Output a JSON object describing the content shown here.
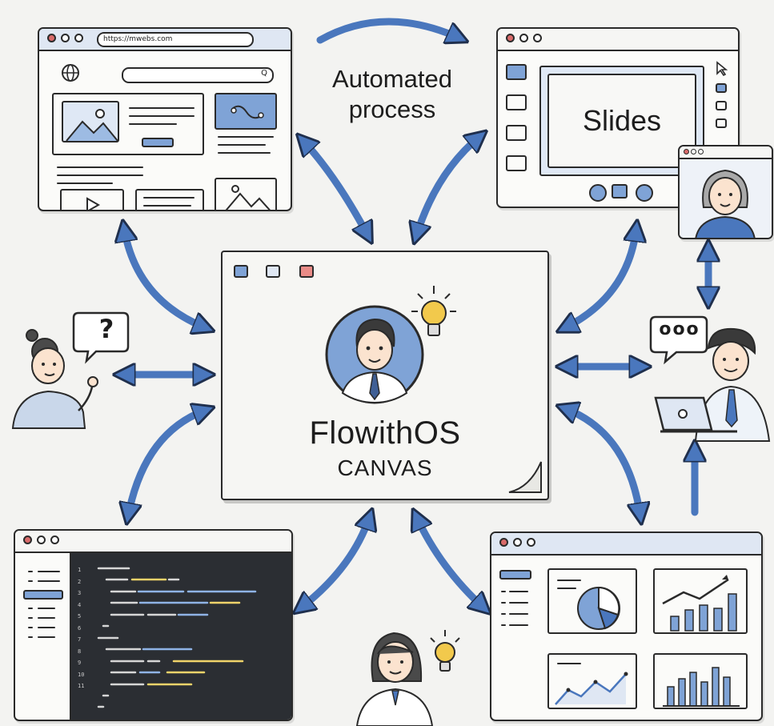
{
  "browser": {
    "url": "https://mwebs.com",
    "search_hint": "Q"
  },
  "labels": {
    "automated_line1": "Automated",
    "automated_line2": "process",
    "slides_title": "Slides",
    "canvas_title": "FlowithOS",
    "canvas_subtitle": "CANVAS",
    "help_bubble": "?",
    "chat_bubble": "ooo"
  },
  "code_line_numbers": [
    "1",
    "2",
    "3",
    "4",
    "5",
    "6",
    "7",
    "8",
    "9",
    "10",
    "11"
  ],
  "colors": {
    "accent_blue": "#4a77bd",
    "light_blue": "#dfe7f3",
    "ink": "#2a2a2a",
    "bulb_yellow": "#f2c94c"
  },
  "icons": [
    "globe-icon",
    "image-icon",
    "play-icon",
    "lightbulb-icon",
    "pie-chart-icon",
    "bar-chart-icon",
    "line-chart-icon",
    "laptop-icon",
    "cursor-icon"
  ]
}
